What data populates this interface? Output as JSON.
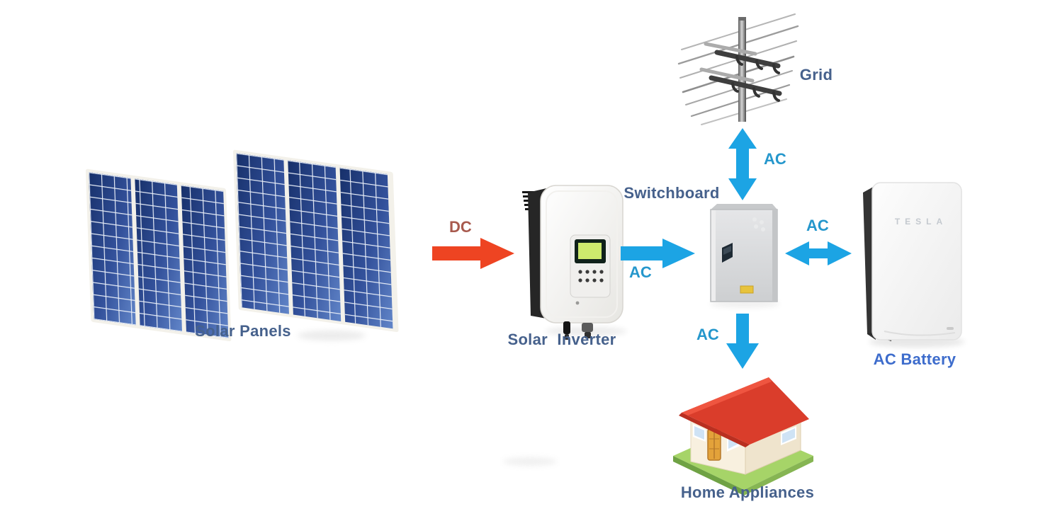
{
  "diagram": {
    "nodes": {
      "solar_panels": {
        "label": "Solar Panels"
      },
      "solar_inverter": {
        "label": "Solar Inverter"
      },
      "switchboard": {
        "label": "Switchboard"
      },
      "grid": {
        "label": "Grid"
      },
      "ac_battery": {
        "label": "AC Battery",
        "brand_text": "TESLA"
      },
      "home_appliances": {
        "label": "Home Appliances"
      }
    },
    "flows": {
      "panels_to_inverter": {
        "label": "DC",
        "type": "dc",
        "direction": "right"
      },
      "inverter_to_switchboard": {
        "label": "AC",
        "type": "ac",
        "direction": "right"
      },
      "grid_switchboard": {
        "label": "AC",
        "type": "ac",
        "direction": "bidirectional-vertical"
      },
      "switchboard_battery": {
        "label": "AC",
        "type": "ac",
        "direction": "bidirectional-horizontal"
      },
      "switchboard_home": {
        "label": "AC",
        "type": "ac",
        "direction": "down"
      }
    },
    "colors": {
      "ac_arrow": "#1ca4e4",
      "ac_label": "#2597cc",
      "dc_arrow": "#ee4422",
      "dc_label": "#a85a4e",
      "node_label": "#46618c",
      "battery_label": "#3d6ccc"
    }
  }
}
